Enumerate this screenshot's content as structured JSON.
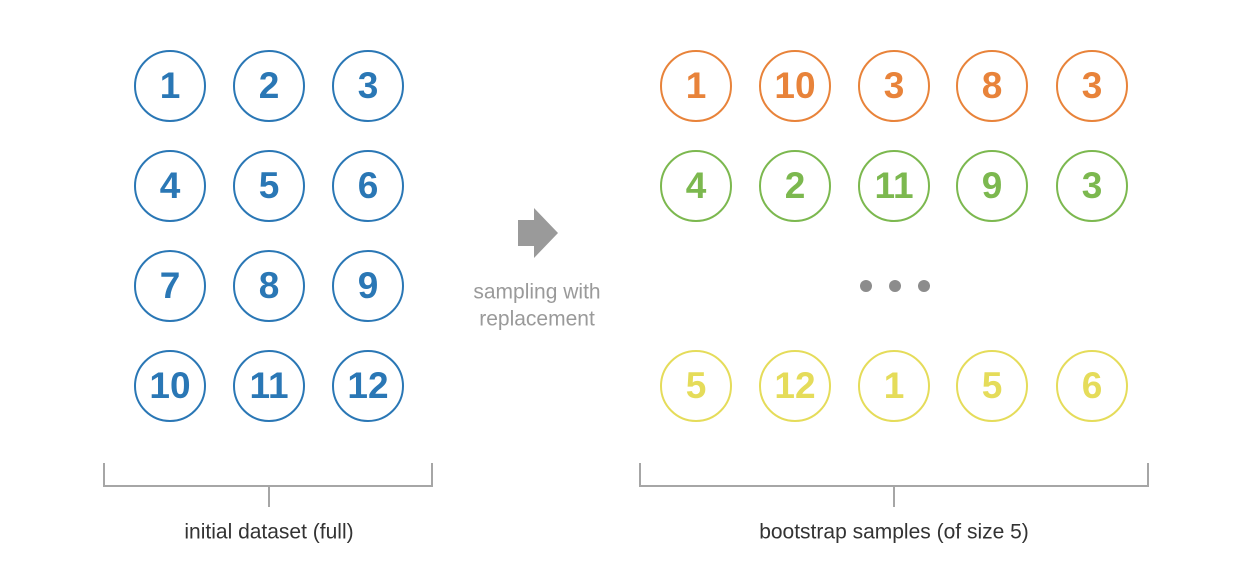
{
  "colors": {
    "initial": "#2a77b5",
    "sample_1": "#e8833a",
    "sample_2": "#7cb84f",
    "sample_last": "#e5dc5a",
    "arrow": "#9a9a9a",
    "bracket": "#a6a6a6",
    "ellipsis": "#8c8c8c",
    "arrow_text": "#9a9a9a",
    "caption_text": "#333333"
  },
  "initial_dataset": {
    "rows": [
      [
        "1",
        "2",
        "3"
      ],
      [
        "4",
        "5",
        "6"
      ],
      [
        "7",
        "8",
        "9"
      ],
      [
        "10",
        "11",
        "12"
      ]
    ],
    "caption": "initial dataset (full)"
  },
  "arrow": {
    "icon": "right-arrow-icon",
    "label_line1": "sampling with",
    "label_line2": "replacement"
  },
  "bootstrap_samples": {
    "rows": [
      {
        "color_key": "sample_1",
        "values": [
          "1",
          "10",
          "3",
          "8",
          "3"
        ]
      },
      {
        "color_key": "sample_2",
        "values": [
          "4",
          "2",
          "11",
          "9",
          "3"
        ]
      },
      {
        "color_key": "sample_last",
        "values": [
          "5",
          "12",
          "1",
          "5",
          "6"
        ]
      }
    ],
    "ellipsis": "• • •",
    "caption": "bootstrap samples (of size 5)"
  }
}
